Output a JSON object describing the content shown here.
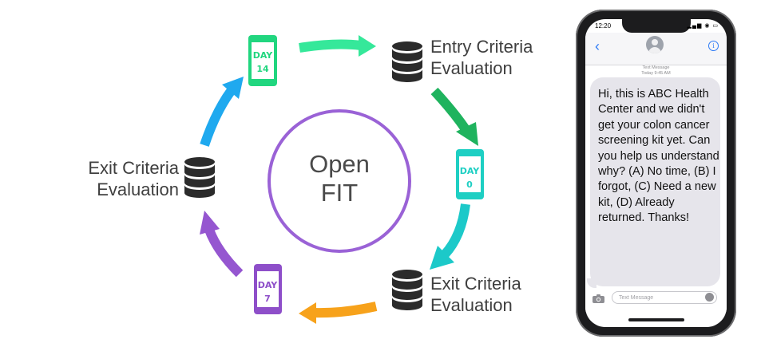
{
  "diagram": {
    "center_label_lines": [
      "Open",
      "FIT"
    ],
    "nodes": {
      "entry_criteria": {
        "line1": "Entry Criteria",
        "line2": "Evaluation"
      },
      "exit_criteria_right": {
        "line1": "Exit Criteria",
        "line2": "Evaluation"
      },
      "exit_criteria_left": {
        "line1": "Exit Criteria",
        "line2": "Evaluation"
      }
    },
    "phones": {
      "day14": {
        "line1": "DAY",
        "line2": "14",
        "color": "#21d67f"
      },
      "day0": {
        "line1": "DAY",
        "line2": "0",
        "color": "#1ecfc3"
      },
      "day7": {
        "line1": "DAY",
        "line2": "7",
        "color": "#8e4fc9"
      }
    },
    "colors": {
      "circle": "#9a62d6",
      "arrow_green_light": "#35e89a",
      "arrow_green_dark": "#1fb35e",
      "arrow_teal": "#1cc9c9",
      "arrow_orange": "#f7a21b",
      "arrow_purple": "#9556d0",
      "arrow_blue": "#1fa9ef",
      "database": "#2b2b2b"
    },
    "icons": [
      "database-icon",
      "smartphone-icon"
    ]
  },
  "sms": {
    "status_time": "12:20",
    "header_meta_line1": "Text Message",
    "header_meta_line2": "Today 9:45 AM",
    "message": "Hi, this is ABC Health Center and we didn't get your colon cancer screening kit yet. Can you help us understand why? (A) No time, (B) I forgot, (C) Need a new kit, (D) Already returned. Thanks!",
    "input_placeholder": "Text Message",
    "icons": [
      "back-chevron-icon",
      "avatar-icon",
      "info-icon",
      "camera-icon",
      "microphone-icon"
    ]
  }
}
